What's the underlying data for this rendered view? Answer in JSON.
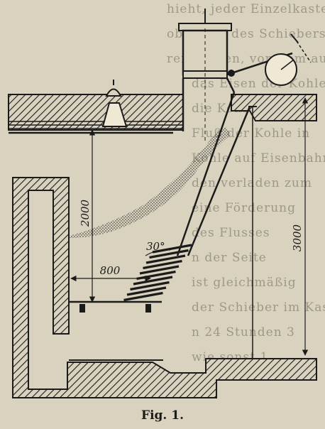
{
  "figure": {
    "caption": "Fig. 1.",
    "dimensions": {
      "height_left": "2000",
      "height_right": "3000",
      "width_bottom": "800",
      "angle": "30°"
    },
    "background_lines": [
      "hieht, jeder Einzelkasten ist",
      "oberhalb des Schiebers vor-",
      "ren Kasten, von dem aus",
      "das Eisen der Kohle weitergeführt",
      "die Kohlen zu dem",
      "Fluß der Kohle in",
      "Kohle auf Eisenbahnwagen",
      "den verladen zum",
      "eine Förderung",
      "des Flusses",
      "n der Seite",
      "ist gleichmäßig",
      "der Schieber im Kasten",
      "n 24 Stunden 3",
      "wie sonst 1"
    ],
    "colors": {
      "paper": "#d8d2bf",
      "ink": "#1b1b1b"
    }
  }
}
